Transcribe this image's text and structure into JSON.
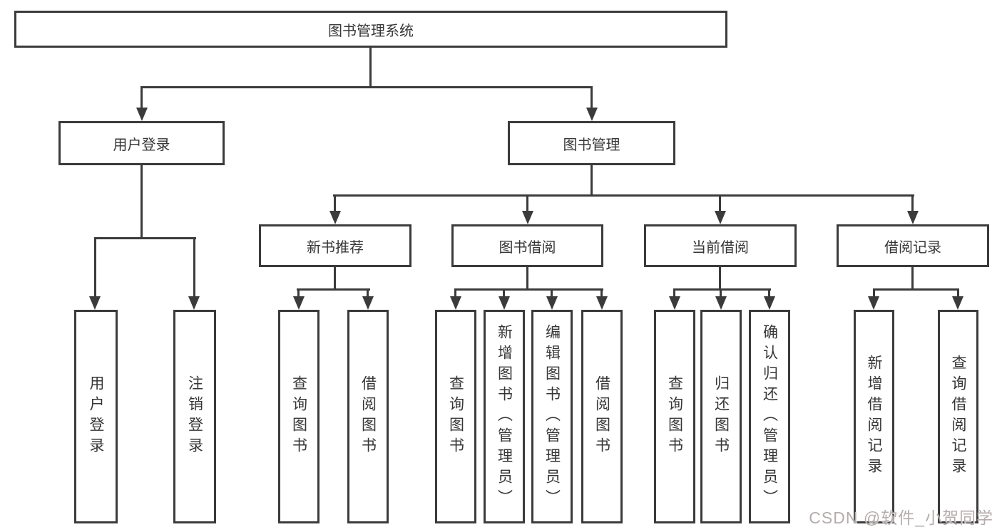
{
  "diagram_title": "图书管理系统",
  "tree": {
    "root": {
      "label": "图书管理系统",
      "children": [
        {
          "label": "用户登录",
          "children": [
            {
              "label": "用户登录"
            },
            {
              "label": "注销登录"
            }
          ]
        },
        {
          "label": "图书管理",
          "children": [
            {
              "label": "新书推荐",
              "children": [
                {
                  "label": "查询图书"
                },
                {
                  "label": "借阅图书"
                }
              ]
            },
            {
              "label": "图书借阅",
              "children": [
                {
                  "label": "查询图书"
                },
                {
                  "label": "新增图书（管理员）"
                },
                {
                  "label": "编辑图书（管理员）"
                },
                {
                  "label": "借阅图书"
                }
              ]
            },
            {
              "label": "当前借阅",
              "children": [
                {
                  "label": "查询图书"
                },
                {
                  "label": "归还图书"
                },
                {
                  "label": "确认归还（管理员）"
                }
              ]
            },
            {
              "label": "借阅记录",
              "children": [
                {
                  "label": "新增借阅记录"
                },
                {
                  "label": "查询借阅记录"
                }
              ]
            }
          ]
        }
      ]
    }
  },
  "watermark": {
    "text": "CSDN @软件_小贺同学"
  },
  "colors": {
    "line": "#3b3b3b",
    "node_border": "#3b3b3b",
    "node_text": "#363636",
    "watermark_text": "#b5acac",
    "background": "#ffffff"
  }
}
